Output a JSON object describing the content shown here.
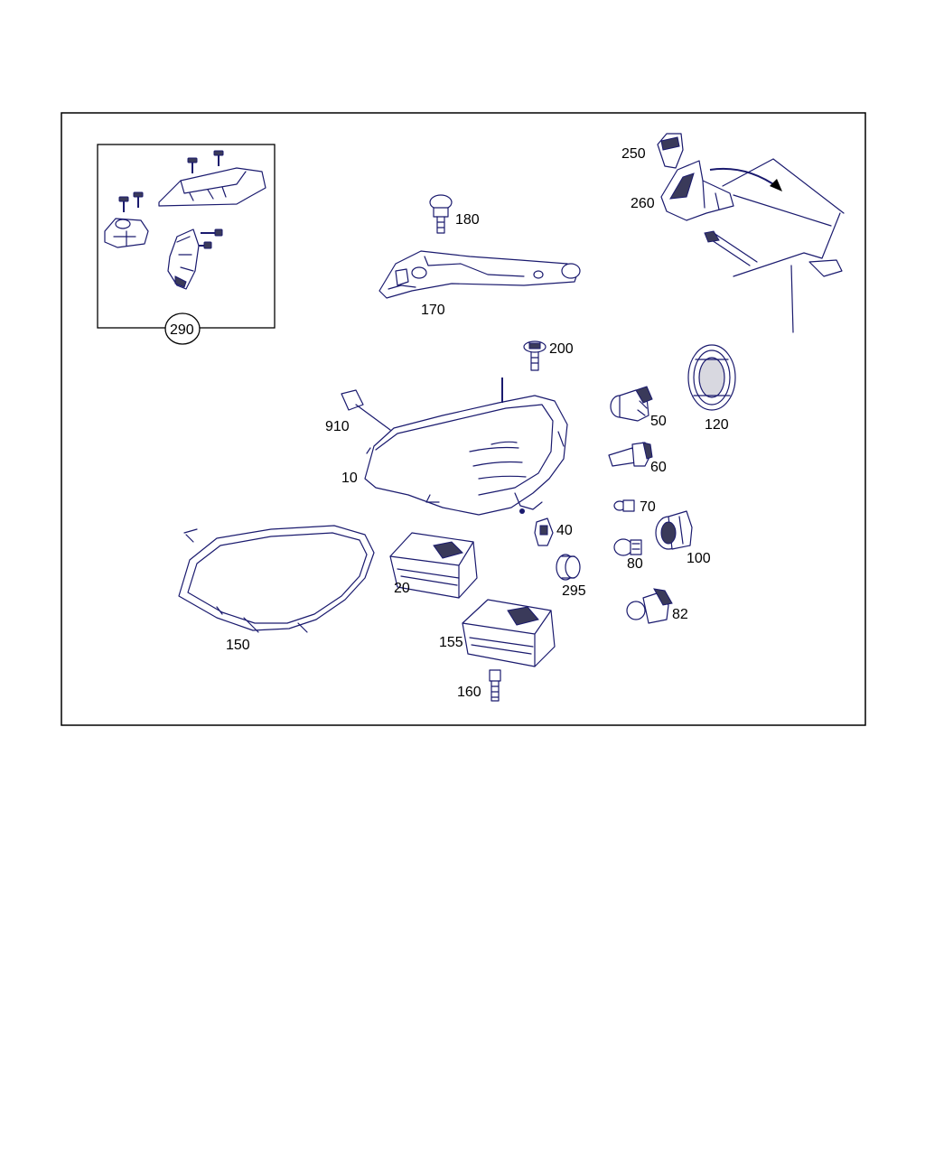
{
  "diagram": {
    "callouts": {
      "c290": "290",
      "c250": "250",
      "c260": "260",
      "c180": "180",
      "c170": "170",
      "c200": "200",
      "c910": "910",
      "c10": "10",
      "c50": "50",
      "c120": "120",
      "c60": "60",
      "c70": "70",
      "c40": "40",
      "c100": "100",
      "c20": "20",
      "c80": "80",
      "c295": "295",
      "c150": "150",
      "c82": "82",
      "c155": "155",
      "c160": "160"
    },
    "colors": {
      "line": "#1a1a6e",
      "frame": "#000000",
      "background": "#ffffff"
    }
  }
}
